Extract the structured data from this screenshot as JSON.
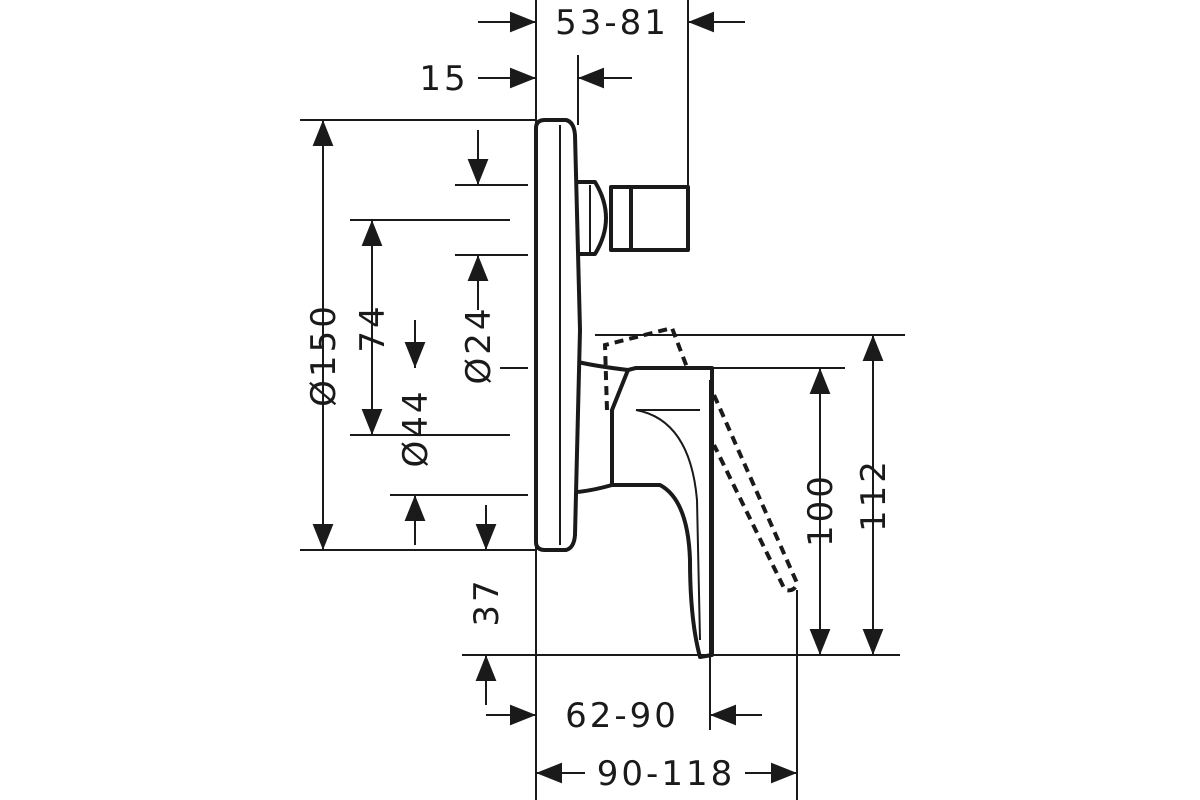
{
  "dimensions": {
    "top_depth": "53-81",
    "plate_offset": "15",
    "plate_diameter": "Ø150",
    "centre_spacing": "74",
    "outlet_diameter": "Ø24",
    "lever_diameter": "Ø44",
    "bottom_offset": "37",
    "height_100": "100",
    "height_112": "112",
    "projection_lever": "62-90",
    "projection_total": "90-118"
  }
}
